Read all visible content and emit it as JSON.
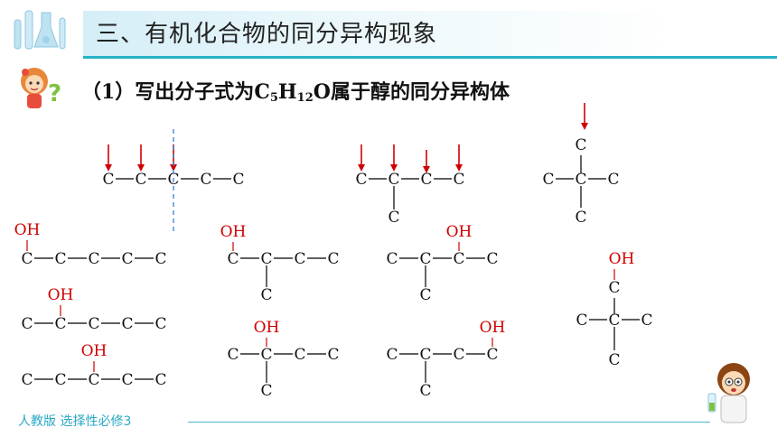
{
  "header": {
    "title": "三、有机化合物的同分异构现象",
    "icon": "lab-glassware-icon"
  },
  "subtitle": {
    "prefix": "（1）写出分子式为",
    "c": "C",
    "c_sub": "5",
    "h": "H",
    "h_sub": "12",
    "o": "O",
    "suffix": "属于醇的同分异构体"
  },
  "chem": {
    "atom_c": "C",
    "oh": "OH",
    "bond": "—"
  },
  "footer": {
    "text": "人教版 选择性必修3"
  },
  "colors": {
    "accent": "#27b1c6",
    "arrow": "#d00000",
    "oh_label": "#d00000",
    "bond": "#000000"
  }
}
